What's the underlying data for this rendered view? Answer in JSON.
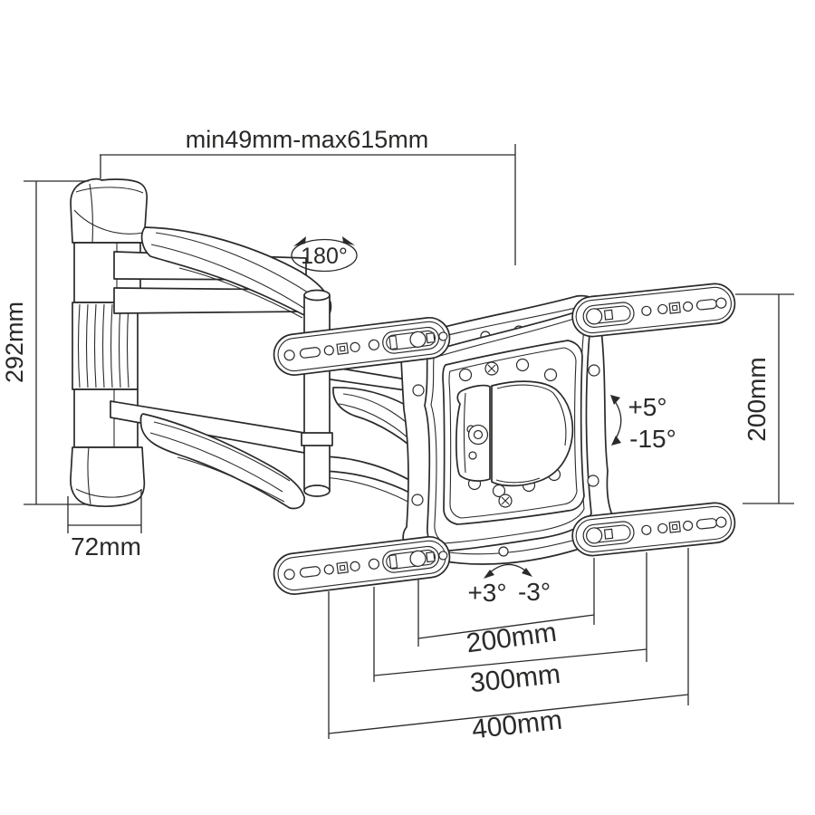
{
  "page": {
    "title": "Full-motion TV wall mount dimensional drawing",
    "background": "#ffffff",
    "line_color": "#2b2a29"
  },
  "dimensions": {
    "extension_range": "min49mm-max615mm",
    "plate_height": "292mm",
    "plate_width": "72mm",
    "swivel": "180°",
    "tilt_up": "+5°",
    "tilt_down": "-15°",
    "vesa_height": "200mm",
    "level_plus": "+3°",
    "level_minus": "-3°",
    "vesa_width": "200mm",
    "hole_span_300": "300mm",
    "hole_span_400": "400mm"
  }
}
